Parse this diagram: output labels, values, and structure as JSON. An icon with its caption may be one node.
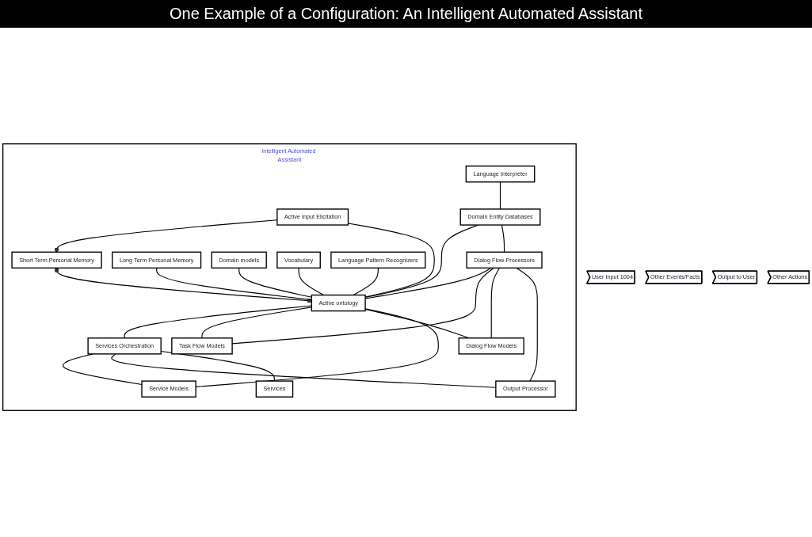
{
  "diagram": {
    "title": "One Example of a Configuration: An Intelligent Automated Assistant",
    "nodes": [
      {
        "text": [
          "Intelligent Automated Assistant"
        ]
      },
      {
        "text": [
          "Active Input Elicitation"
        ],
        "in": 0
      },
      {
        "text": [
          "Short Term Personal Memory"
        ],
        "in": 0
      },
      {
        "text": [
          "Long Term Personal Memory"
        ],
        "in": 0
      },
      {
        "text": [
          "Domain models"
        ],
        "in": 0
      },
      {
        "text": [
          "Vocabulary"
        ],
        "in": 0
      },
      {
        "text": [
          "Active ontology"
        ],
        "in": 0
      },
      {
        "text": [
          "Task Flow Models"
        ],
        "in": 0
      },
      {
        "text": [
          "Language Pattern Recognizers"
        ],
        "in": 0
      },
      {
        "text": [
          "Dialog Flow Models"
        ],
        "in": 0
      },
      {
        "text": [
          "Dialog Flow Processors"
        ],
        "in": 0
      },
      {
        "text": [
          "Service Models"
        ],
        "in": 0
      },
      {
        "text": [
          "Domain Entity Databases"
        ],
        "in": 0
      },
      {
        "text": [
          "Language Interpreter"
        ],
        "in": 0
      },
      {
        "text": [
          "Services Orchestration"
        ],
        "in": 0
      },
      {
        "text": [
          "Output Processor"
        ],
        "in": 0
      },
      {
        "text": [
          "Services"
        ],
        "in": 0
      },
      {
        "text": [
          "User Input 1004"
        ]
      },
      {
        "text": [
          "Other Events/Facts"
        ]
      },
      {
        "text": [
          "Output to User"
        ]
      },
      {
        "text": [
          "Other Actions"
        ]
      }
    ],
    "edges": [
      {
        "from": 1,
        "to": 2,
        "arrow": "other"
      },
      {
        "from": 1,
        "to": 6,
        "arrow": "none"
      },
      {
        "from": 2,
        "to": 6,
        "arrow": "other"
      },
      {
        "from": 3,
        "to": 6,
        "arrow": "none"
      },
      {
        "from": 4,
        "to": 6,
        "arrow": "none"
      },
      {
        "from": 5,
        "to": 6,
        "arrow": "none"
      },
      {
        "from": 8,
        "to": 6,
        "arrow": "none"
      },
      {
        "from": 12,
        "to": 6,
        "arrow": "none"
      },
      {
        "from": 12,
        "to": 10,
        "arrow": "none"
      },
      {
        "from": 10,
        "to": 6,
        "arrow": "none"
      },
      {
        "from": 6,
        "to": 14,
        "arrow": "none"
      },
      {
        "from": 13,
        "to": 12,
        "arrow": "none"
      },
      {
        "from": 6,
        "to": 7,
        "arrow": "none"
      },
      {
        "from": 6,
        "to": 9,
        "arrow": "none"
      },
      {
        "from": 6,
        "to": 11,
        "arrow": "none"
      },
      {
        "from": 10,
        "to": 7,
        "arrow": "none"
      },
      {
        "from": 10,
        "to": 9,
        "arrow": "none"
      },
      {
        "from": 10,
        "to": 15,
        "arrow": "none"
      },
      {
        "from": 14,
        "to": 11,
        "arrow": "none"
      },
      {
        "from": 14,
        "to": 15,
        "arrow": "none"
      },
      {
        "from": 14,
        "to": 16,
        "arrow": "none"
      }
    ]
  }
}
